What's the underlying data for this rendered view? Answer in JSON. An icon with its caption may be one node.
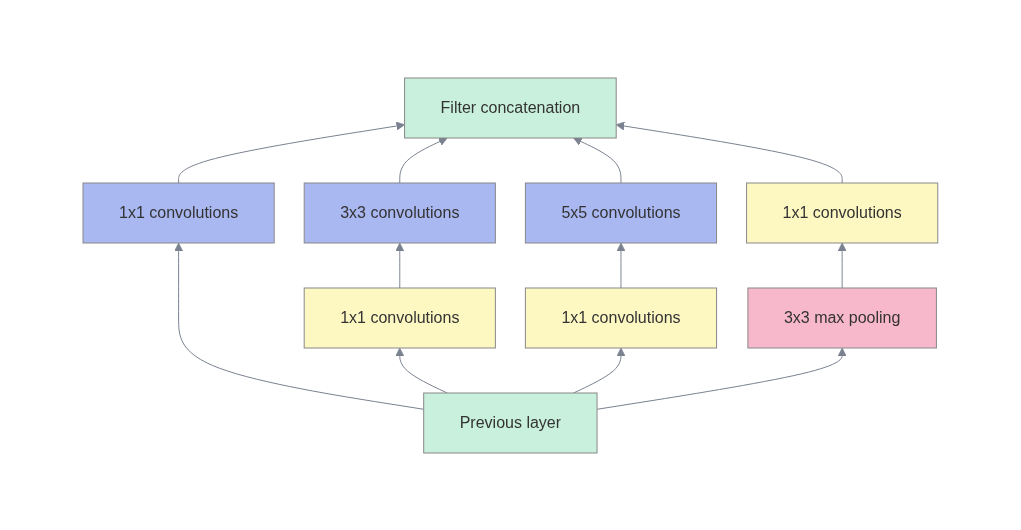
{
  "diagram": {
    "nodes": [
      {
        "text": [
          "Filter concatenation"
        ]
      },
      {
        "text": [
          "3x3 convolutions"
        ]
      },
      {
        "text": [
          "5x5 convolutions"
        ]
      },
      {
        "text": [
          "1x1 convolutions"
        ]
      },
      {
        "text": [
          "1x1 convolutions"
        ]
      },
      {
        "text": [
          "1x1 convolutions"
        ]
      },
      {
        "text": [
          "1x1 convolutions"
        ]
      },
      {
        "text": [
          "3x3 max pooling"
        ]
      },
      {
        "text": [
          "Previous layer"
        ]
      }
    ],
    "edges": [
      {
        "from": 4,
        "to": 0,
        "arrow": "to"
      },
      {
        "from": 1,
        "to": 0,
        "arrow": "to"
      },
      {
        "from": 2,
        "to": 0,
        "arrow": "to"
      },
      {
        "from": 3,
        "to": 0,
        "arrow": "to"
      },
      {
        "from": 5,
        "to": 1,
        "arrow": "to"
      },
      {
        "from": 6,
        "to": 2,
        "arrow": "to"
      },
      {
        "from": 7,
        "to": 3,
        "arrow": "to"
      },
      {
        "from": 8,
        "to": 4,
        "arrow": "to"
      },
      {
        "from": 8,
        "to": 5,
        "arrow": "to"
      },
      {
        "from": 8,
        "to": 6,
        "arrow": "to"
      },
      {
        "from": 8,
        "to": 7,
        "arrow": "to"
      }
    ]
  }
}
